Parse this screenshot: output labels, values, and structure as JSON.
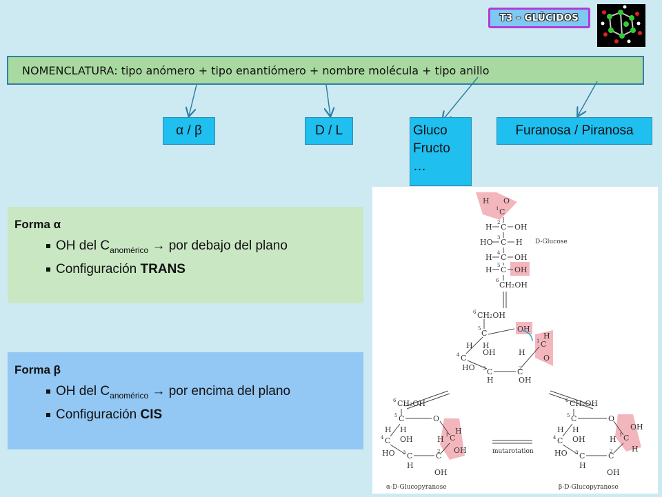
{
  "badge": {
    "label": "T3 – GLÚCIDOS"
  },
  "thumbnail": {
    "icon": "molecule-3d-icon"
  },
  "nomenclature": {
    "text": "NOMENCLATURA: tipo anómero + tipo enantiómero + nombre molécula + tipo anillo"
  },
  "options": {
    "anomer": "α / β",
    "enantiomer": "D / L",
    "molecule_line1": "Gluco",
    "molecule_line2": "Fructo",
    "molecule_line3": "…",
    "ring": "Furanosa / Piranosa"
  },
  "alpha": {
    "title": "Forma α",
    "b1_pre": "OH del C",
    "b1_sub": "anomérico",
    "b1_post": "por debajo del plano",
    "b2_pre": "Configuración ",
    "b2_bold": "TRANS"
  },
  "beta": {
    "title": "Forma β",
    "b1_pre": "OH del C",
    "b1_sub": "anomérico",
    "b1_post": "por encima del plano",
    "b2_pre": "Configuración ",
    "b2_bold": "CIS"
  },
  "arrow_glyph": "→",
  "structure": {
    "linear_label": "D-Glucose",
    "mutarotation": "mutarotation",
    "alpha_label": "α-D-Glucopyranose",
    "beta_label": "β-D-Glucopyranose",
    "ch2oh": "CH₂OH",
    "atom_h": "H",
    "atom_c": "C",
    "atom_o": "O",
    "atom_oh": "OH",
    "atom_ho": "HO",
    "n1": "1",
    "n2": "2",
    "n3": "3",
    "n4": "4",
    "n5": "5",
    "n6": "6"
  },
  "colors": {
    "background": "#cdeaf3",
    "highlight": "#f4b6bd",
    "option_box": "#1fbff0",
    "alpha_panel": "#c9e7c3",
    "beta_panel": "#93c7f4",
    "arrow": "#2f7fa6"
  }
}
